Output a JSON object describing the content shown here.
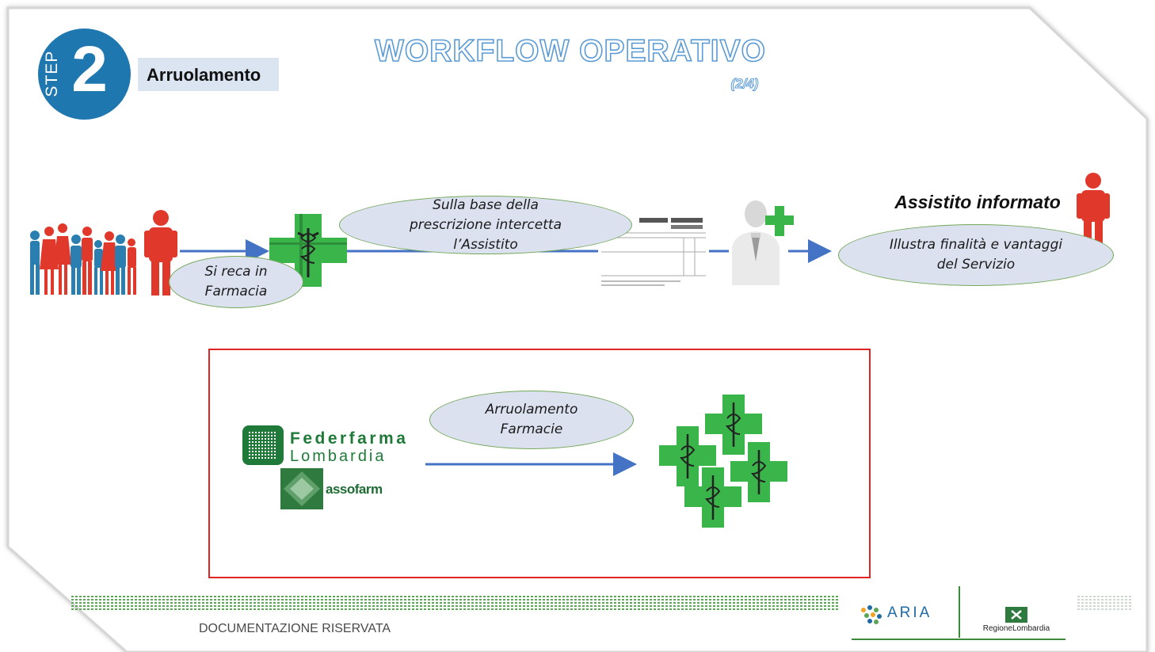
{
  "step": {
    "word": "STEP",
    "number": "2",
    "label": "Arruolamento"
  },
  "title": "WORKFLOW OPERATIVO",
  "subtitle": "(2/4)",
  "flow": {
    "node_pharmacy_visit": "Si reca in Farmacia",
    "node_prescription": "Sulla base della prescrizione intercetta l’Assistito",
    "node_informed_title": "Assistito informato",
    "node_informed": "Illustra finalità e vantaggi del Servizio"
  },
  "enrollment": {
    "federfarma_line1": "Federfarma",
    "federfarma_line2": "Lombardia",
    "assofarm": "assofarm",
    "node_enroll": "Arruolamento Farmacie"
  },
  "footer": {
    "doc_label": "DOCUMENTAZIONE RISERVATA",
    "aria_logo": "ARIA",
    "regione_logo": "RegioneLombardia"
  },
  "colors": {
    "step_blue": "#1f77b0",
    "arrow_blue": "#4472c4",
    "cross_green": "#3ab54a",
    "bubble_fill": "#dbe1ef",
    "bubble_border": "#74a85a",
    "box_red": "#e02424",
    "person_red": "#e0392b",
    "title_blue": "#5b9bd5"
  },
  "icons": [
    "people-group-icon",
    "person-icon",
    "pharmacy-cross-icon",
    "prescription-form-icon",
    "pharmacist-icon",
    "arrow-icon"
  ]
}
